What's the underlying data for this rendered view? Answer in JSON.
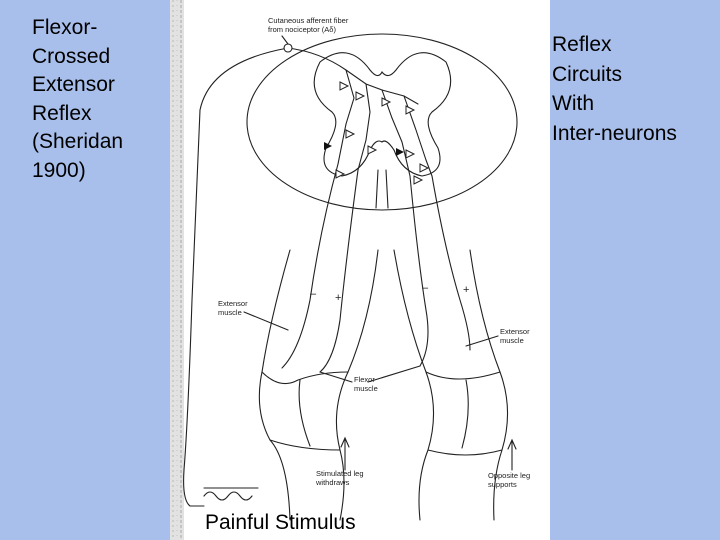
{
  "slide": {
    "left_title": "Flexor-\nCrossed\nExtensor\nReflex\n(Sheridan\n1900)",
    "right_title": "Reflex\nCircuits\nWith\nInter-neurons"
  },
  "diagram": {
    "labels": {
      "afferent": "Cutaneous afferent fiber\nfrom nociceptor (Aδ)",
      "extensor_left": "Extensor\nmuscle",
      "extensor_right": "Extensor\nmuscle",
      "flexor": "Flexor\nmuscle",
      "stimulated_leg": "Stimulated leg\nwithdraws",
      "opposite_leg": "Opposite leg\nsupports",
      "plus_left": "+",
      "plus_right": "+",
      "minus_left": "–",
      "minus_right": "–"
    },
    "caption": "Painful Stimulus"
  }
}
